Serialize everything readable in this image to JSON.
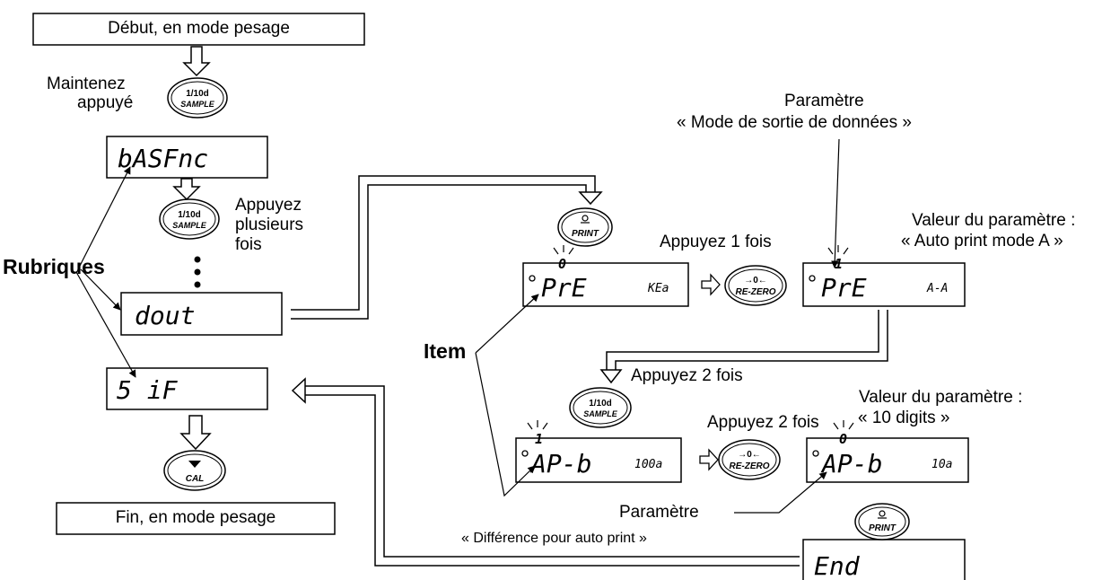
{
  "title_start": "Début, en mode pesage",
  "title_end": "Fin, en mode pesage",
  "instructions": {
    "hold": [
      "Maintenez",
      "appuyé"
    ],
    "press_several": [
      "Appuyez",
      "plusieurs",
      "fois"
    ],
    "press_once": "Appuyez 1 fois",
    "press_twice_a": "Appuyez 2 fois",
    "press_twice_b": "Appuyez 2 fois"
  },
  "labels": {
    "rubriques": "Rubriques",
    "item": "Item",
    "param_top": [
      "Paramètre",
      "« Mode de sortie de données »"
    ],
    "value_auto": [
      "Valeur du paramètre :",
      "« Auto print mode A »"
    ],
    "value_digits": [
      "Valeur du paramètre :",
      "« 10 digits »"
    ],
    "param_bottom": [
      "Paramètre",
      "« Différence pour auto print »"
    ]
  },
  "keys": {
    "sample": [
      "1/10d",
      "SAMPLE"
    ],
    "print": [
      "PRINT"
    ],
    "rezero": [
      "→0←",
      "RE-ZERO"
    ],
    "cal": [
      "CAL"
    ]
  },
  "displays": {
    "basfnc": "bASFnc",
    "dout": "dout",
    "sif": "5 iF",
    "prt_a": "PrE",
    "prt_a_val": "KEa",
    "prt_b": "PrE",
    "prt_b_val": "A-A",
    "apb_a": "AP-b",
    "apb_a_val": "100a",
    "apb_b": "AP-b",
    "apb_b_val": "10a",
    "end": "End",
    "digit_0": "0",
    "digit_1": "1"
  }
}
